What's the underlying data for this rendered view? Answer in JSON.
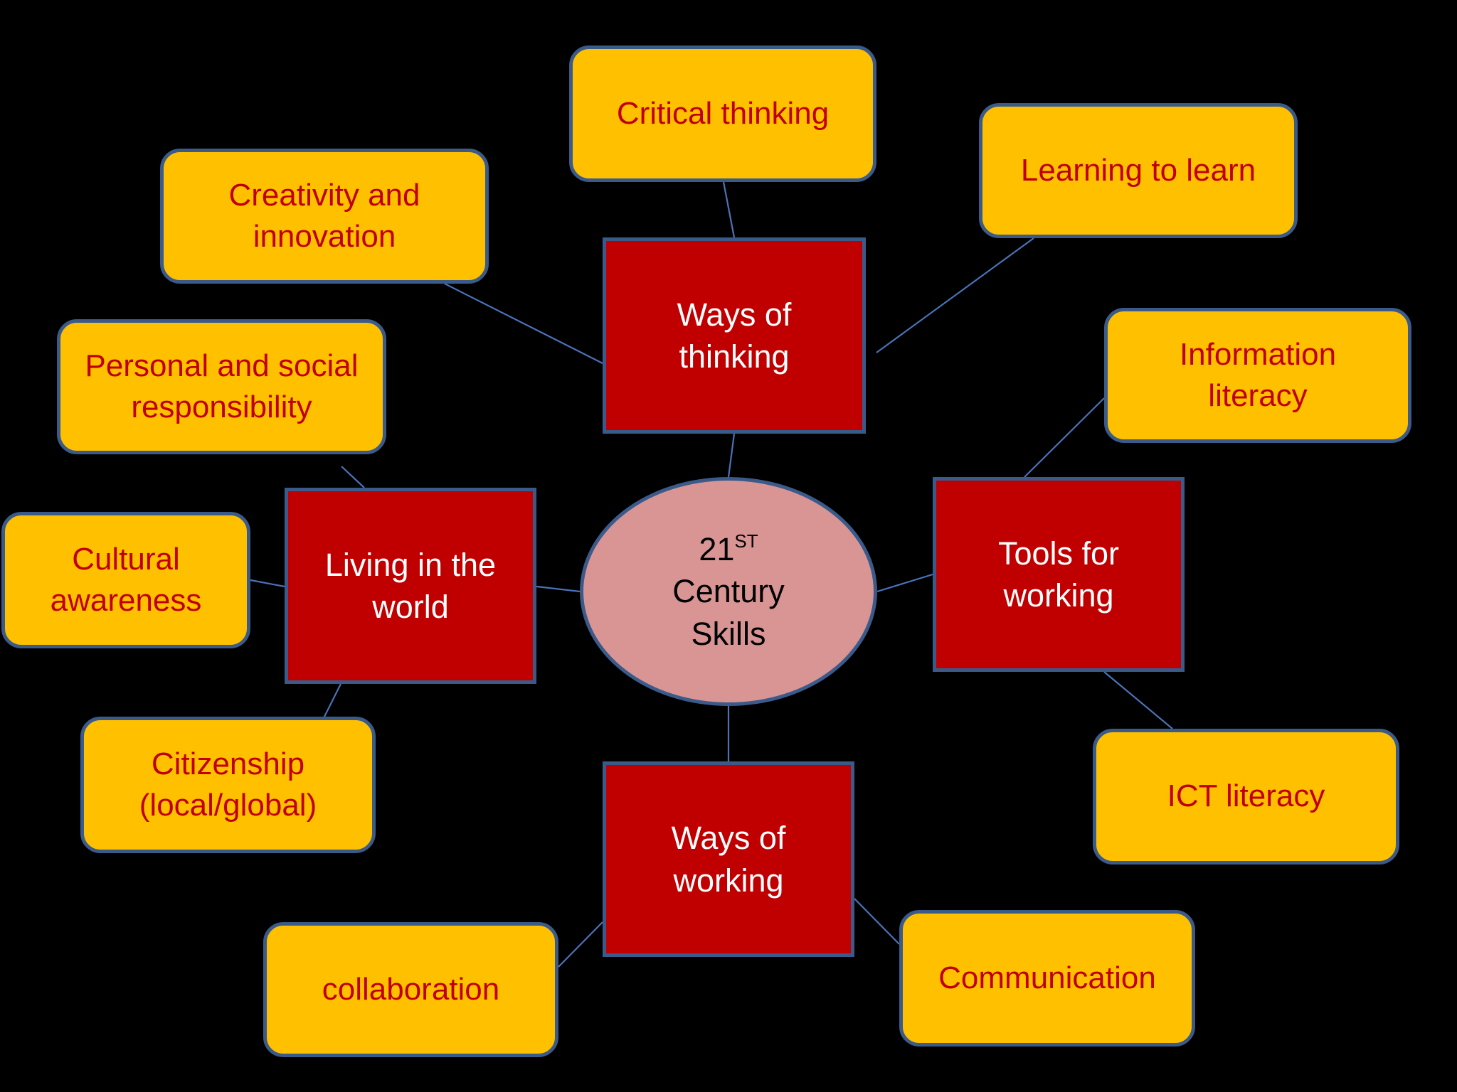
{
  "center": {
    "number": "21",
    "superscript": "ST",
    "line2": "Century",
    "line3": "Skills"
  },
  "categories": {
    "ways_of_thinking": [
      "Ways of",
      "thinking"
    ],
    "living_in_the_world": [
      "Living in the",
      "world"
    ],
    "tools_for_working": [
      "Tools for",
      "working"
    ],
    "ways_of_working": [
      "Ways of",
      "working"
    ]
  },
  "skills": {
    "critical_thinking": [
      "Critical thinking"
    ],
    "learning_to_learn": [
      "Learning to learn"
    ],
    "creativity_and_innovation": [
      "Creativity and",
      "innovation"
    ],
    "personal_and_social_responsibility": [
      "Personal and social",
      "responsibility"
    ],
    "information_literacy": [
      "Information",
      "literacy"
    ],
    "cultural_awareness": [
      "Cultural",
      "awareness"
    ],
    "citizenship": [
      "Citizenship",
      "(local/global)"
    ],
    "ict_literacy": [
      "ICT literacy"
    ],
    "collaboration": [
      "collaboration"
    ],
    "communication": [
      "Communication"
    ]
  },
  "colors": {
    "background": "#000000",
    "skill_fill": "#ffc000",
    "skill_text": "#c00000",
    "category_fill": "#c00000",
    "category_text": "#ffffff",
    "center_fill": "#d99594",
    "center_text": "#000000",
    "outline": "#3a5a8a",
    "connector": "#4a73b8"
  }
}
